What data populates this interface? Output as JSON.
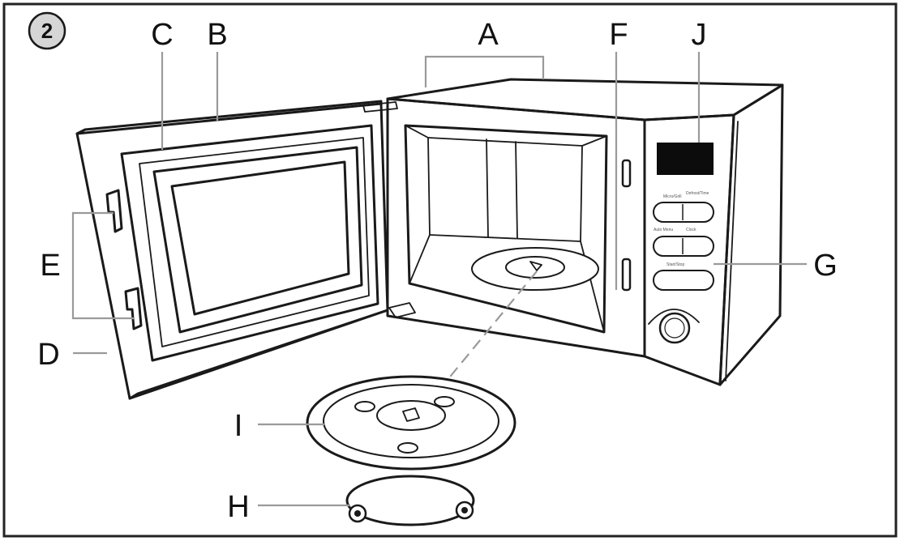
{
  "figure_number": "2",
  "labels": {
    "a": "A",
    "b": "B",
    "c": "C",
    "d": "D",
    "e": "E",
    "f": "F",
    "g": "G",
    "h": "H",
    "i": "I",
    "j": "J"
  },
  "colors": {
    "frame": "#222222",
    "ink": "#1a1a1a",
    "leader": "#9a9a9a",
    "display": "#0c0c0c",
    "badge": "#d6d6d6"
  }
}
